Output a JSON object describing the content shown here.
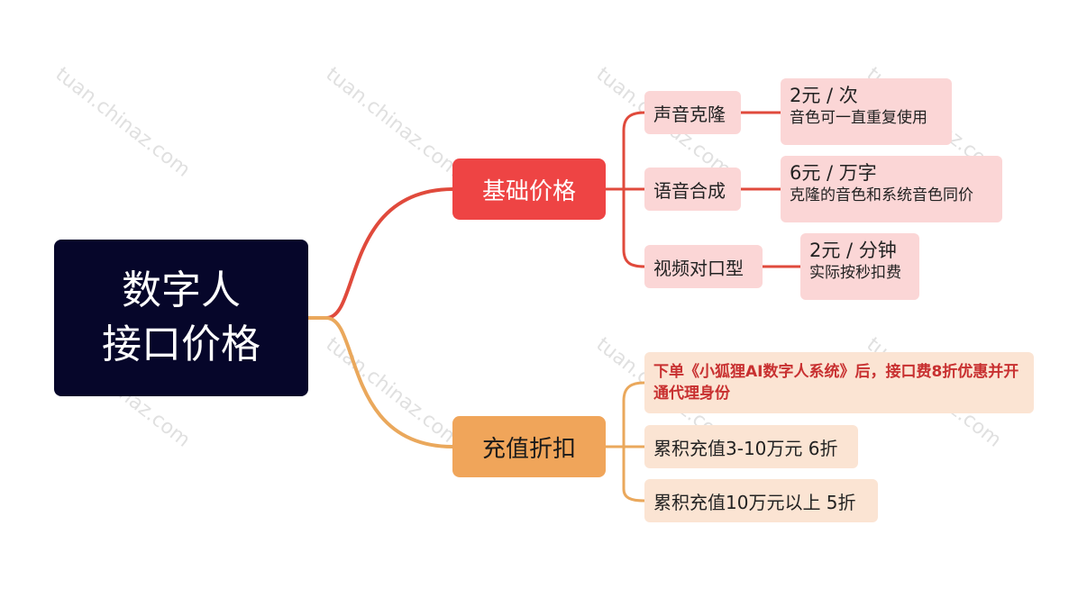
{
  "root": {
    "line1": "数字人",
    "line2": "接口价格"
  },
  "branches": [
    {
      "label": "基础价格",
      "color": "#ee4444",
      "items": [
        {
          "label": "声音克隆",
          "price": "2元 / 次",
          "note": "音色可一直重复使用"
        },
        {
          "label": "语音合成",
          "price": "6元 / 万字",
          "note": "克隆的音色和系统音色同价"
        },
        {
          "label": "视频对口型",
          "price": "2元 / 分钟",
          "note": "实际按秒扣费"
        }
      ]
    },
    {
      "label": "充值折扣",
      "color": "#f0a55a",
      "items": [
        {
          "label": "下单《小狐狸AI数字人系统》后，接口费8折优惠并开通代理身份"
        },
        {
          "label": "累积充值3-10万元 6折"
        },
        {
          "label": "累积充值10万元以上 5折"
        }
      ]
    }
  ],
  "watermark": "tuan.chinaz.com"
}
